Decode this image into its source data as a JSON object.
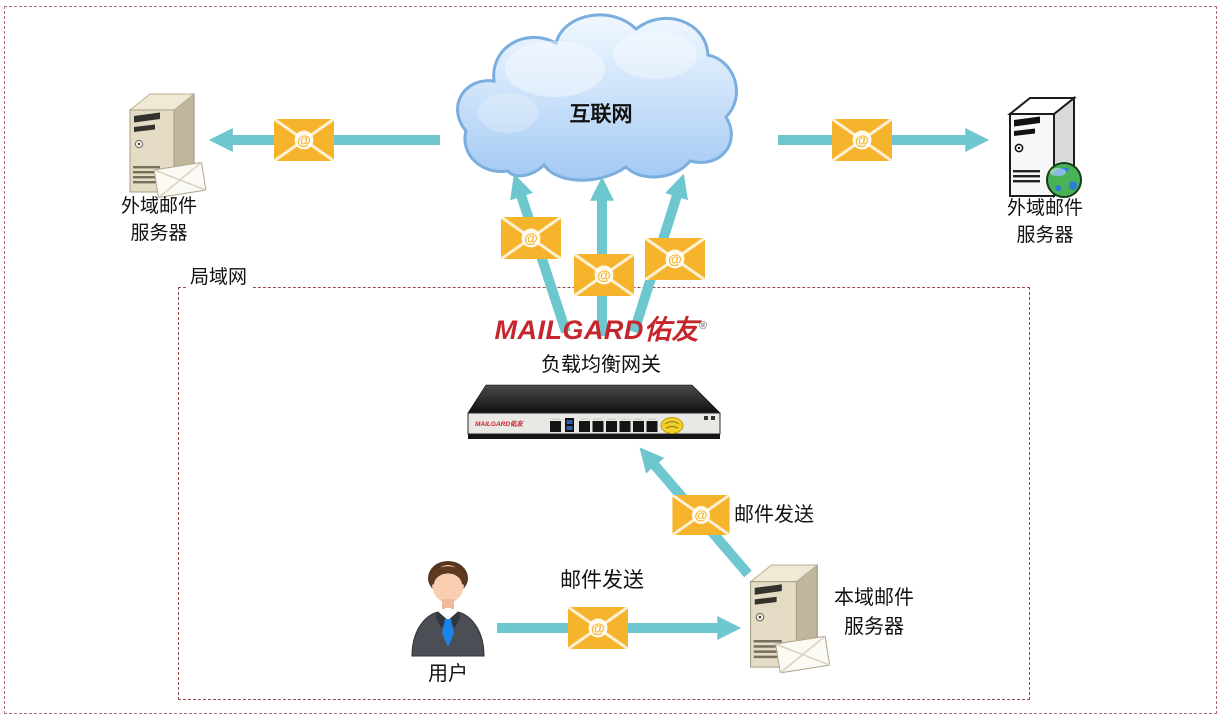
{
  "diagram": {
    "cloud": {
      "label": "互联网"
    },
    "external_server_left": {
      "label": "外域邮件\n服务器"
    },
    "external_server_right": {
      "label": "外域邮件\n服务器"
    },
    "lan": {
      "label": "局域网"
    },
    "gateway": {
      "brand": "MAILGARD佑友",
      "brand_reg": "®",
      "label": "负载均衡网关",
      "panel_logo": "MAILGARD佑友"
    },
    "local_server": {
      "label": "本域邮件\n服务器"
    },
    "user": {
      "label": "用户"
    },
    "flows": {
      "user_to_server_label": "邮件发送",
      "server_to_gateway_label": "邮件发送"
    },
    "icons": {
      "cloud": "internet-cloud-icon",
      "envelope": "envelope-mail-icon",
      "server_left": "mail-server-icon",
      "server_right": "web-mail-server-icon",
      "server_local": "mail-server-icon",
      "gateway": "gateway-appliance-icon",
      "user": "user-person-icon"
    },
    "colors": {
      "arrow": "#6EC6CF",
      "envelope": "#F5B42B",
      "brand_red": "#C4262C",
      "border_outer": "#B36A6A",
      "border_lan": "#9A4B4B"
    }
  }
}
